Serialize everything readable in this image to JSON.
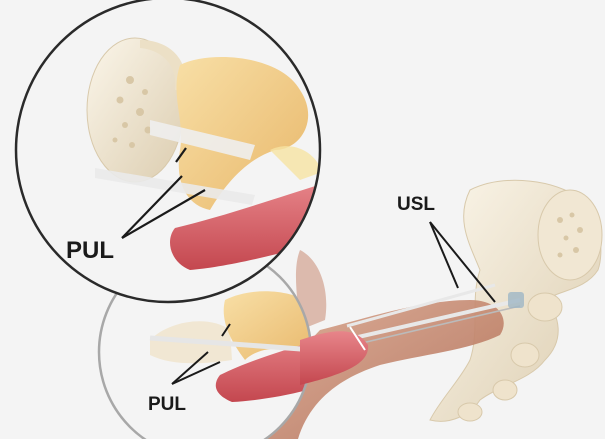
{
  "labels": {
    "pul_magnified": "PUL",
    "pul_small": "PUL",
    "usl": "USL"
  },
  "colors": {
    "background": "#f4f4f4",
    "bone": "#f1e7d3",
    "bone_shadow": "#dccdb0",
    "pubic_fat": "#f3cf8e",
    "urethra": "#d9646b",
    "vagina_tissue": "#c98a72",
    "ligament": "#eeeeee",
    "lens_border": "#2a2a2a",
    "small_circle_border": "#a8a8a8",
    "leader_line": "#1a1a1a"
  }
}
